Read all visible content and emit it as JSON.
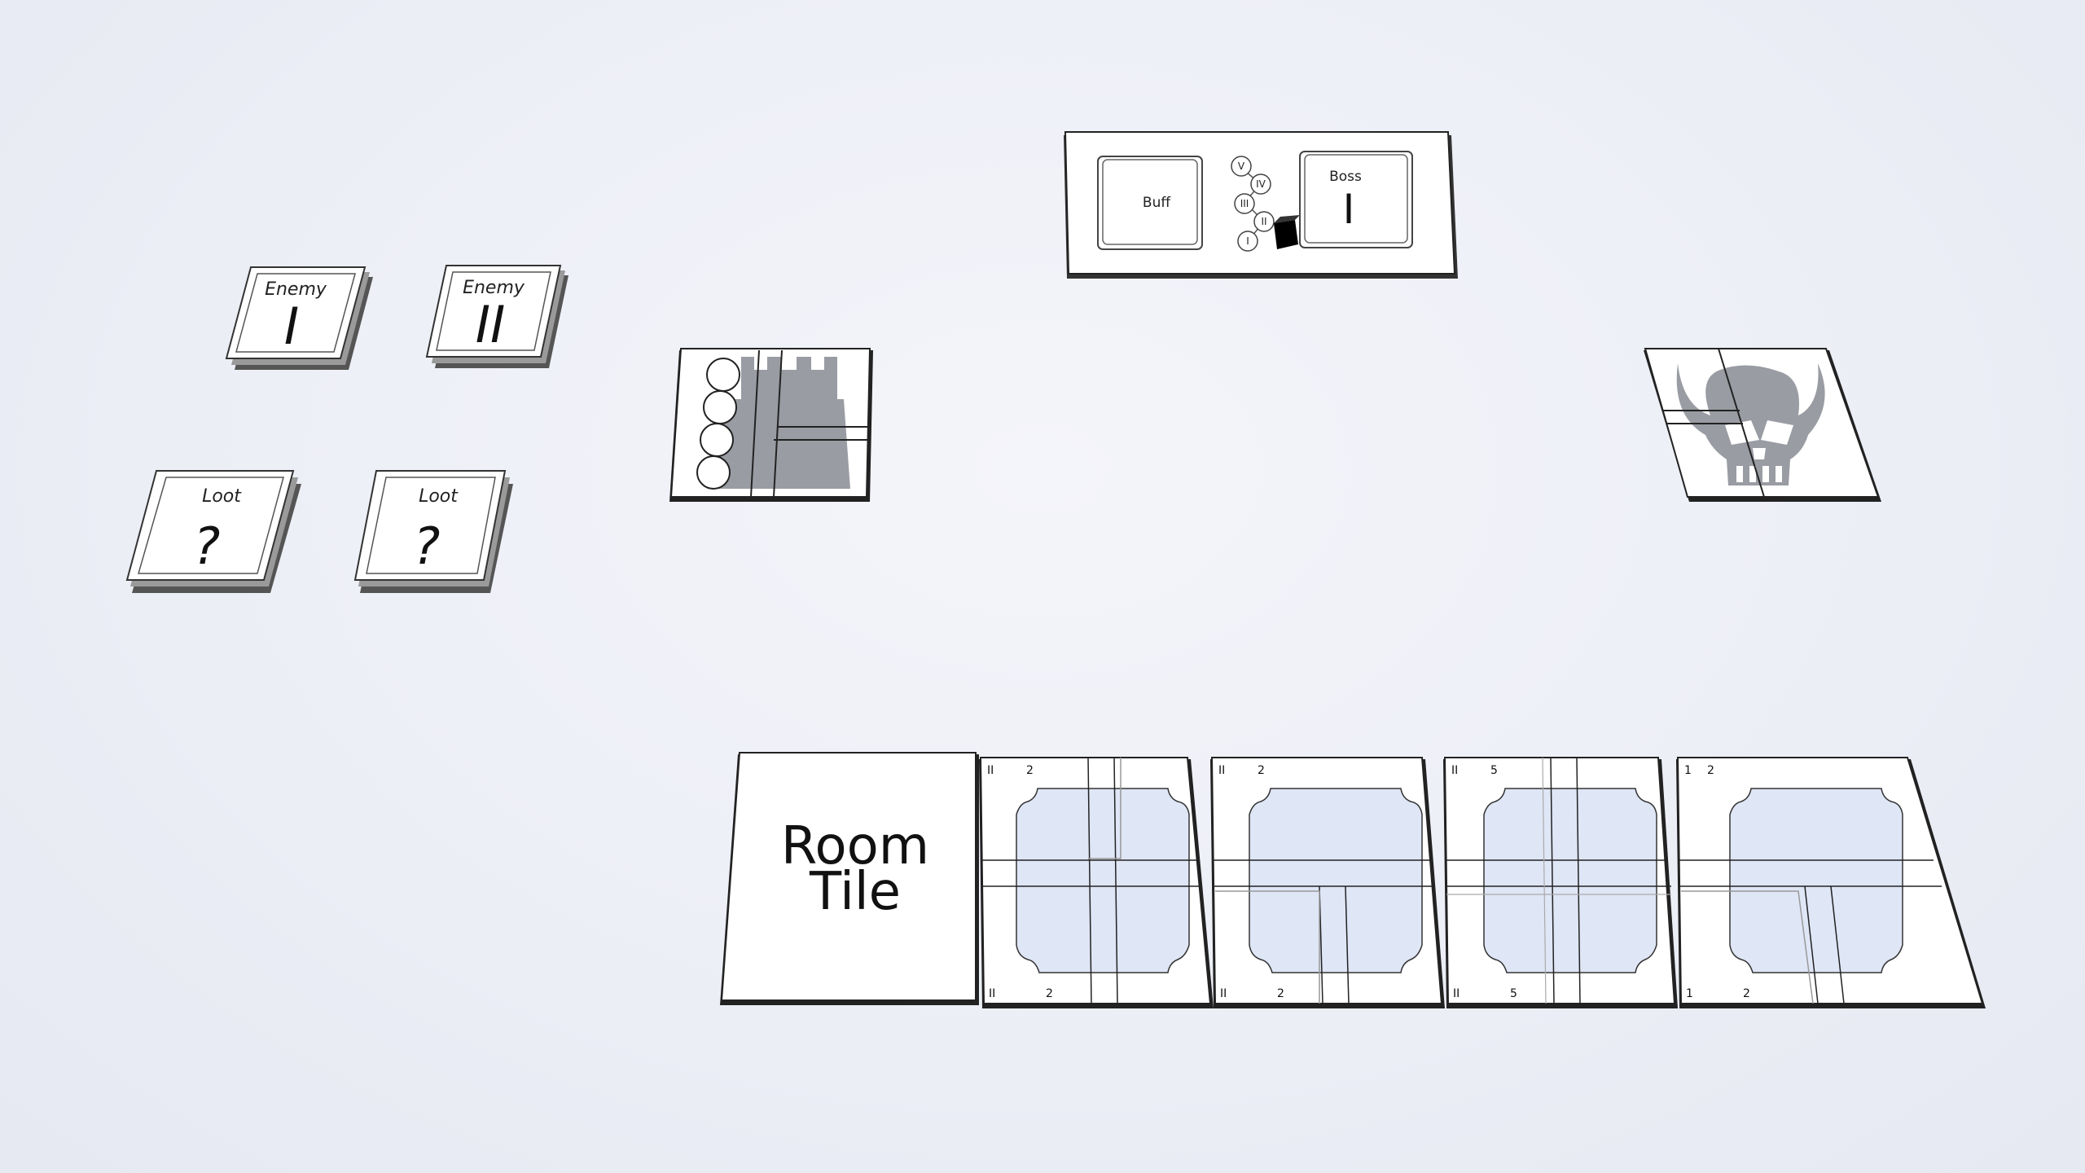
{
  "decks": {
    "enemy1": {
      "title": "Enemy",
      "numeral": "I"
    },
    "enemy2": {
      "title": "Enemy",
      "numeral": "II"
    },
    "loot1": {
      "title": "Loot",
      "symbol": "?"
    },
    "loot2": {
      "title": "Loot",
      "symbol": "?"
    }
  },
  "boss_board": {
    "buff_label": "Buff",
    "boss_label": "Boss",
    "boss_numeral": "I",
    "track": [
      "V",
      "IV",
      "III",
      "II",
      "I"
    ]
  },
  "room_deck": {
    "line1": "Room",
    "line2": "Tile"
  },
  "tile_numbers": {
    "t1": {
      "a": "2",
      "b": "II"
    },
    "t2": {
      "a": "2",
      "b": "II"
    },
    "t3": {
      "a": "5",
      "b": "II"
    },
    "t4": {
      "a": "2",
      "b": "1"
    }
  },
  "icons": {
    "entrance": "castle-tower-icon",
    "exit": "demon-skull-icon",
    "marker": "black-cube-icon"
  },
  "colors": {
    "table": "#edeff6",
    "card": "#ffffff",
    "card_edge": "#3a3a3a",
    "silhouette": "#9a9ca3",
    "tile_panel": "#dfe6f6"
  }
}
